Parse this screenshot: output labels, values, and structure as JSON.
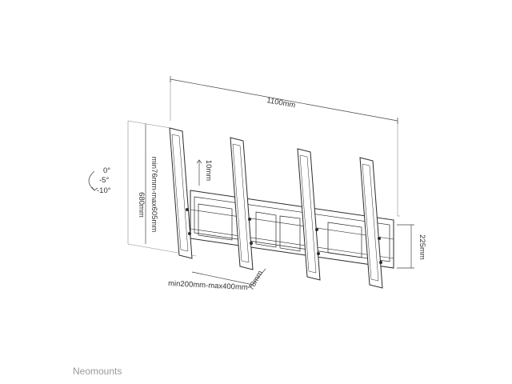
{
  "brand": {
    "name": "Neomounts"
  },
  "dimensions": {
    "width": "1100mm",
    "height": "680mm",
    "arm_range": "min76mm-max605mm",
    "slide": "10mm",
    "rail_height": "225mm",
    "depth": "78mm",
    "arm_spacing": "min200mm-max400mm"
  },
  "tilt_angles": [
    "0°",
    "-5°",
    "-10°"
  ],
  "colors": {
    "line": "#2b2b2b",
    "guide": "#777777",
    "text": "#333333",
    "brand": "#9a9a9a"
  }
}
